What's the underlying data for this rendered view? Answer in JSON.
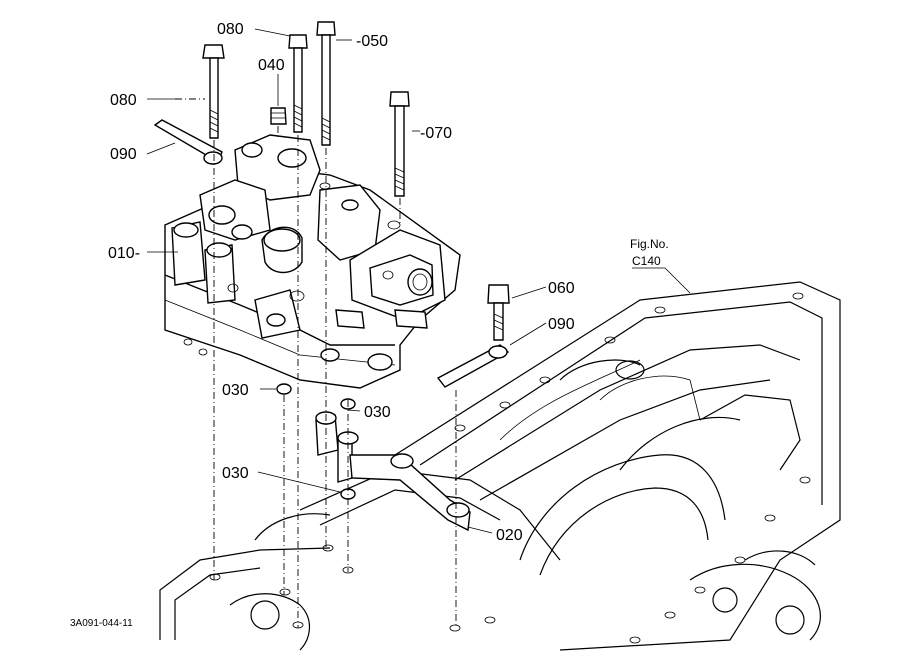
{
  "labels": {
    "p080_top": "080",
    "p050": "-050",
    "p040": "040",
    "p080_left": "080",
    "p070": "-070",
    "p090_left": "090",
    "p010": "010-",
    "fig_line1": "Fig.No.",
    "fig_line2": "C140",
    "p060": "060",
    "p090_right": "090",
    "p030_a": "030",
    "p030_b": "030",
    "p030_c": "030",
    "p020": "020",
    "drawing_code": "3A091-044-11"
  }
}
